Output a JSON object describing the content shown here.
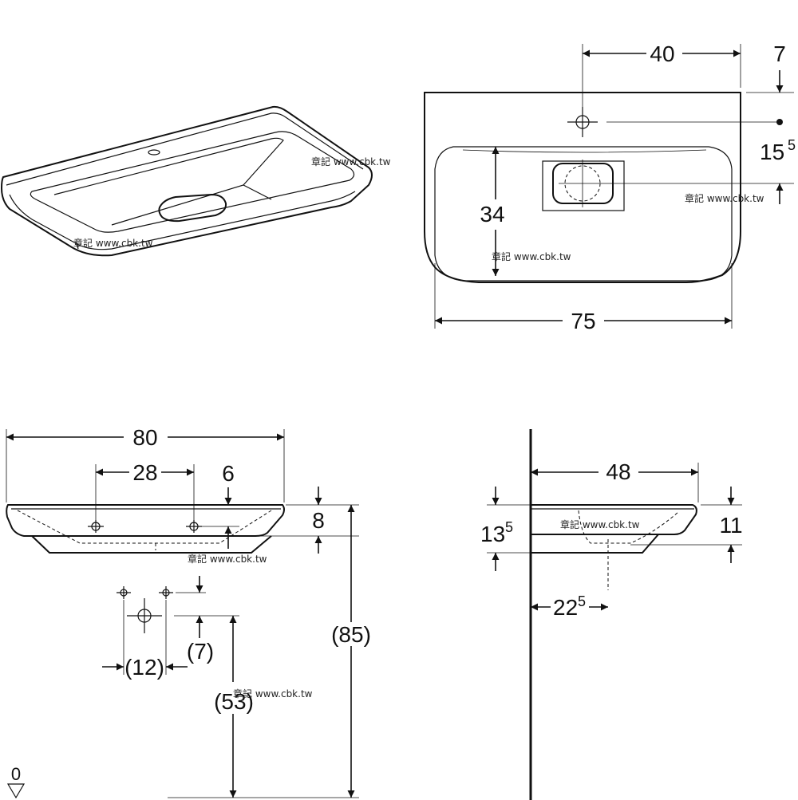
{
  "watermark": "章記 www.cbk.tw",
  "plan_view": {
    "dim_tap_offset": "40",
    "dim_top_gap": "7",
    "dim_drain_offset_main": "15",
    "dim_drain_offset_sup": "5",
    "dim_bowl_depth": "34",
    "dim_bowl_width": "75"
  },
  "front_view": {
    "dim_total_width": "80",
    "dim_hole_spacing": "28",
    "dim_hole_drop": "6",
    "dim_thickness": "8",
    "dim_total_height": "(85)",
    "dim_fixing_height": "(53)",
    "dim_outlet_spacing": "(12)",
    "dim_outlet_drop": "(7)",
    "floor_label": "0"
  },
  "side_view": {
    "dim_depth": "48",
    "dim_rim_height_main": "13",
    "dim_rim_height_sup": "5",
    "dim_rim_thickness": "11",
    "dim_drain_pos_main": "22",
    "dim_drain_pos_sup": "5"
  }
}
